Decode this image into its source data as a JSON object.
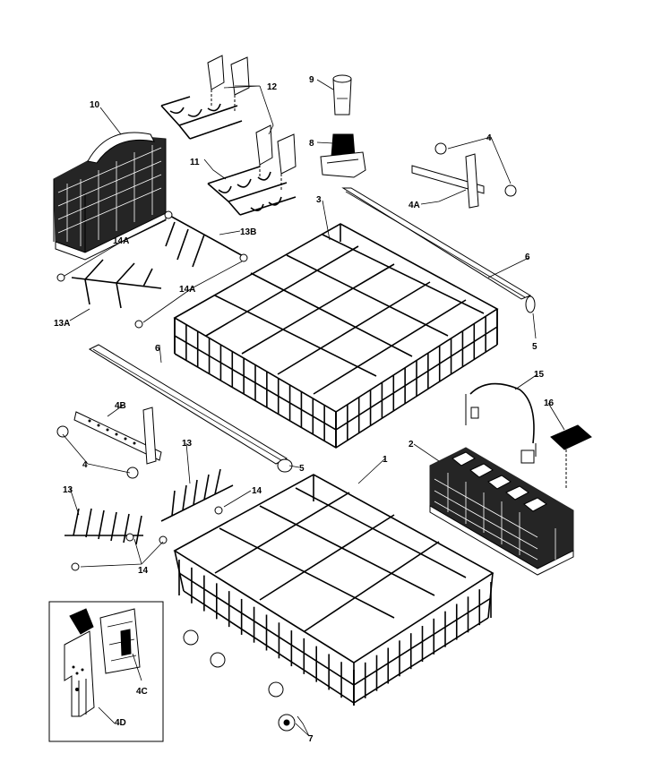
{
  "parts": {
    "p1": "1",
    "p2": "2",
    "p3": "3",
    "p4a": "4",
    "p4b": "4",
    "p4A": "4A",
    "p4B": "4B",
    "p4C": "4C",
    "p4D": "4D",
    "p5a": "5",
    "p5b": "5",
    "p6a": "6",
    "p6b": "6",
    "p7": "7",
    "p8": "8",
    "p9": "9",
    "p10": "10",
    "p11": "11",
    "p12": "12",
    "p13a": "13",
    "p13b": "13",
    "p13A": "13A",
    "p13B": "13B",
    "p14a": "14",
    "p14b": "14",
    "p14Aa": "14A",
    "p14Ab": "14A",
    "p15": "15",
    "p16": "16"
  }
}
